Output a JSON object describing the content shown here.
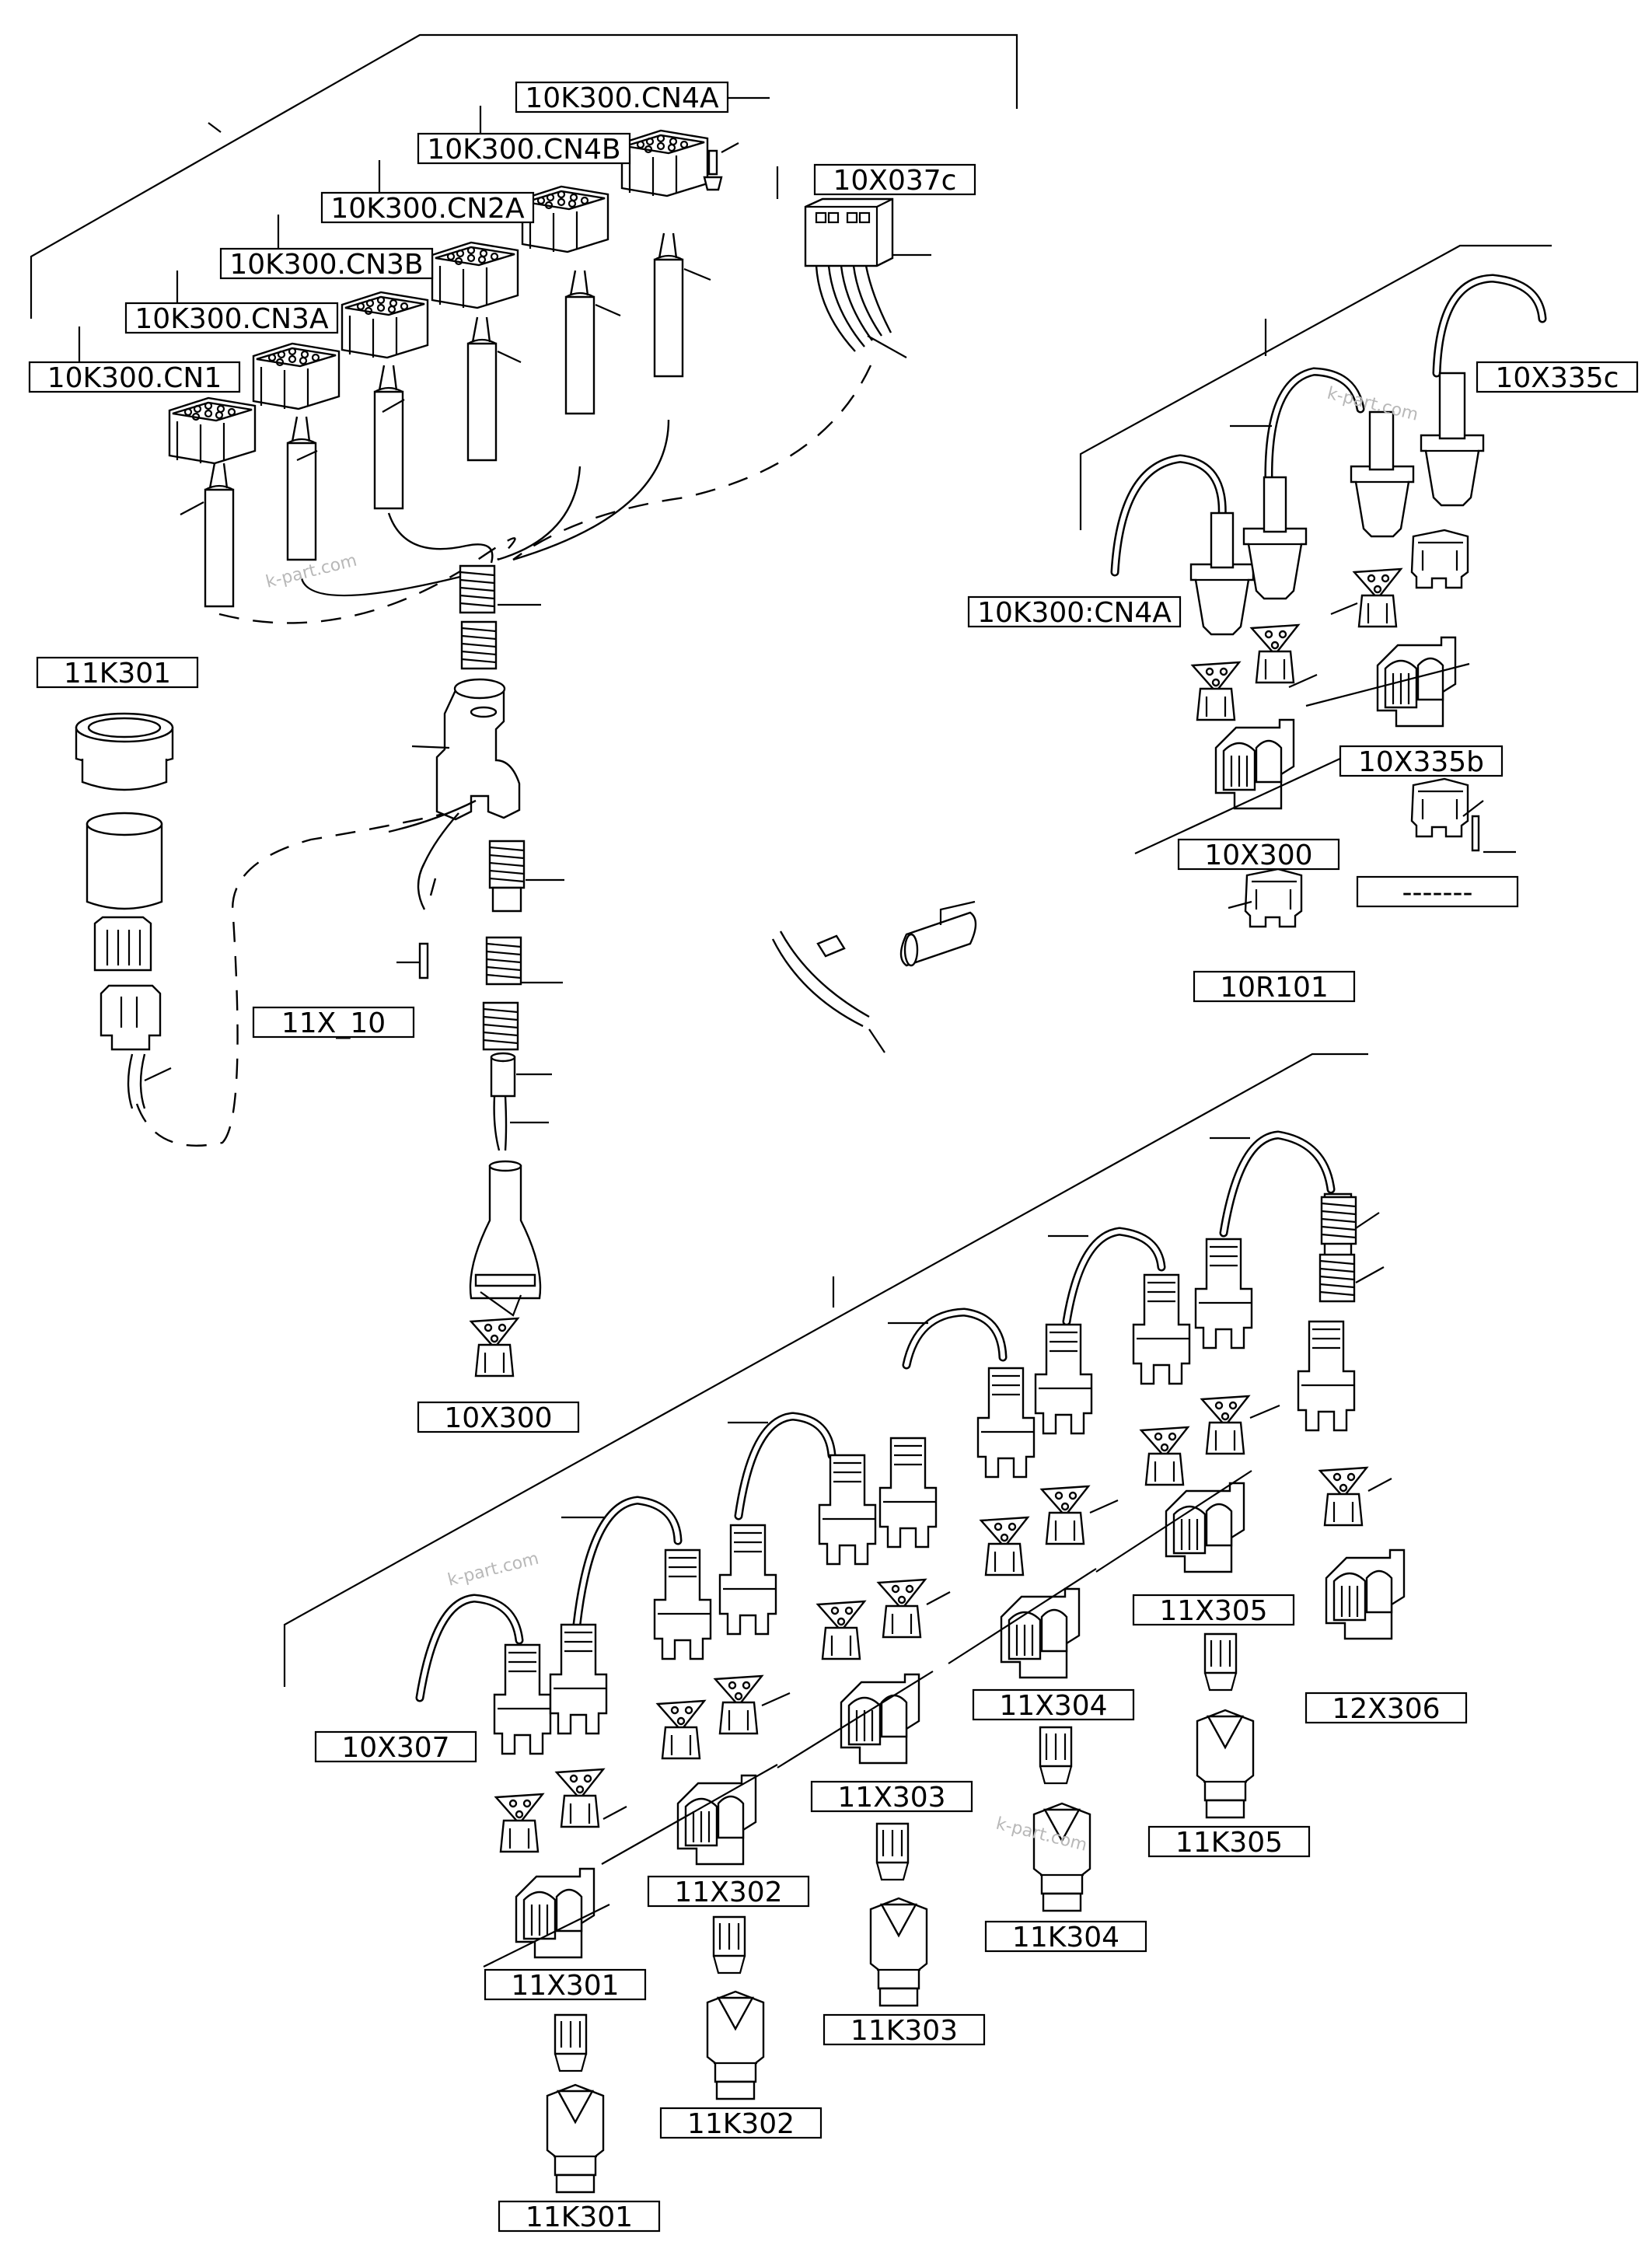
{
  "labels": {
    "k300_cn4a": "10K300.CN4A",
    "k300_cn4b": "10K300.CN4B",
    "k300_cn2a": "10K300.CN2A",
    "k300_cn3b": "10K300.CN3B",
    "k300_cn3a": "10K300.CN3A",
    "k300_cn1": "10K300.CN1",
    "x037c": "10X037c",
    "x335c": "10X335c",
    "k300_cn4a_alt": "10K300:CN4A",
    "x335b": "10X335b",
    "x300_right": "10X300",
    "dashes": "-------",
    "r101": "10R101",
    "k301_top": "11K301",
    "x10": "11X_10",
    "x300_center": "10X300",
    "x307": "10X307",
    "x305": "11X305",
    "x306": "12X306",
    "x304": "11X304",
    "k305": "11K305",
    "x303": "11X303",
    "x302": "11X302",
    "k304": "11K304",
    "x301": "11X301",
    "k303": "11K303",
    "k302": "11K302",
    "k301_bottom": "11K301"
  },
  "watermarks": [
    "k-part.com",
    "k-part.com",
    "k-part.com",
    "k-part.com"
  ]
}
